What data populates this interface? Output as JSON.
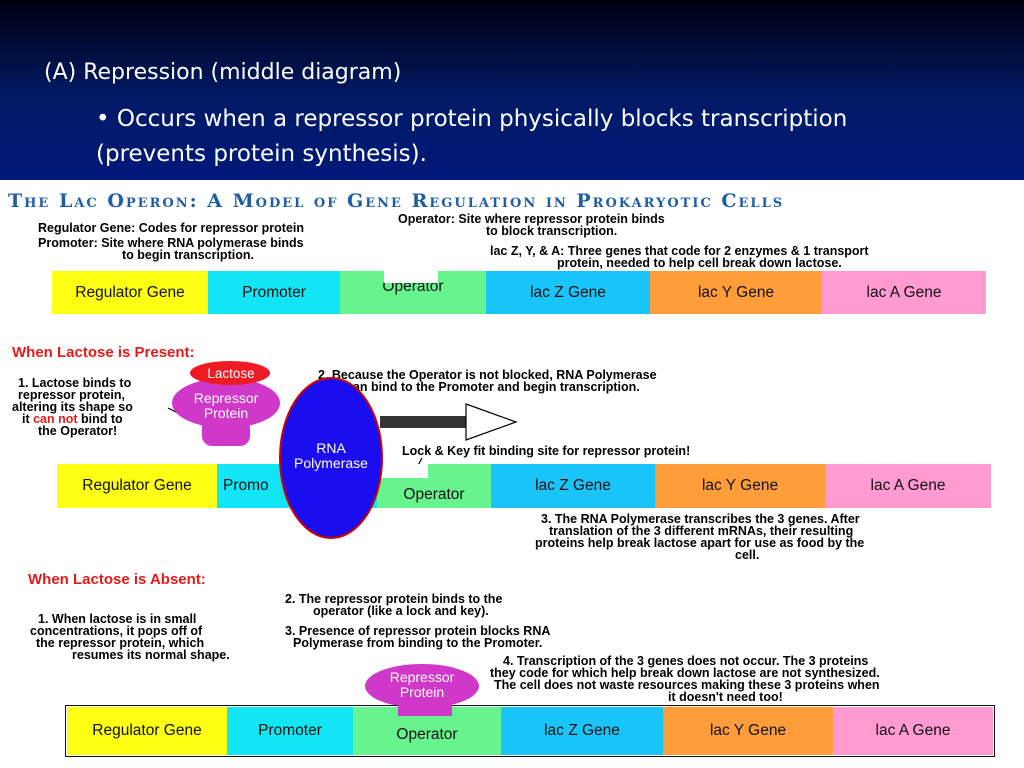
{
  "slide": {
    "heading": "(A) Repression (middle diagram)",
    "bullet_line1": "• Occurs when a repressor protein physically blocks transcription",
    "bullet_line2": "(prevents protein synthesis)."
  },
  "diagram": {
    "title": "The Lac Operon: A Model of Gene Regulation in Prokaryotic Cells",
    "top_notes": {
      "regulator": "Regulator Gene: Codes for repressor protein",
      "promoter_1": "Promoter: Site where RNA polymerase binds",
      "promoter_2": "to begin transcription.",
      "operator_1": "Operator: Site where repressor protein binds",
      "operator_2": "to block transcription.",
      "lac_1": "lac Z, Y, & A: Three genes that code for 2 enzymes & 1 transport",
      "lac_2": "protein, needed to help cell break down lactose."
    },
    "genes": [
      "Regulator Gene",
      "Promoter",
      "Operator",
      "lac Z Gene",
      "lac Y Gene",
      "lac A Gene"
    ],
    "promoter_partial": "Promo",
    "present": {
      "heading": "When Lactose is Present:",
      "note1_l1": "1. Lactose binds to",
      "note1_l2": "repressor protein,",
      "note1_l3": "altering its shape so",
      "note1_l4a": "it ",
      "note1_l4b": "can not",
      "note1_l4c": " bind to",
      "note1_l5": "the Operator!",
      "note2_l1": "2. Because the Operator is not blocked, RNA Polymerase",
      "note2_l2": "can bind to the Promoter and begin transcription.",
      "lactose_label": "Lactose",
      "repressor_l1": "Repressor",
      "repressor_l2": "Protein",
      "rna_l1": "RNA",
      "rna_l2": "Polymerase",
      "lock_key": "Lock & Key fit binding site for repressor protein!",
      "note3_l1": "3. The RNA Polymerase transcribes the 3 genes. After",
      "note3_l2": "translation of the 3 different mRNAs, their resulting",
      "note3_l3": "proteins help break lactose apart for use as food by the",
      "note3_l4": "cell."
    },
    "absent": {
      "heading": "When Lactose is Absent:",
      "note1_l1": "1. When lactose is in small",
      "note1_l2": "concentrations, it pops off of",
      "note1_l3": "the repressor protein, which",
      "note1_l4": "resumes its normal shape.",
      "note2_l1": "2. The repressor protein binds to the",
      "note2_l2": "operator (like a lock and key).",
      "note3_l1": "3. Presence of repressor protein blocks RNA",
      "note3_l2": "Polymerase from binding to the Promoter.",
      "note4_l1": "4. Transcription of the 3 genes does not occur. The 3 proteins",
      "note4_l2": "they code for which help break down lactose are not synthesized.",
      "note4_l3": "The cell does not waste resources making these 3 proteins when",
      "note4_l4": "it doesn't need too!",
      "repressor_l1": "Repressor",
      "repressor_l2": "Protein"
    }
  },
  "colors": {
    "regulator": "#ffff14",
    "promoter": "#12e6f4",
    "operator": "#67f48e",
    "lacZ": "#18c4f8",
    "lacY": "#ff9d3a",
    "lacA": "#ff9bd0",
    "repressor": "#cf38c8",
    "lactose": "#ee1b24",
    "rna_polymerase": "#1a0df0"
  }
}
